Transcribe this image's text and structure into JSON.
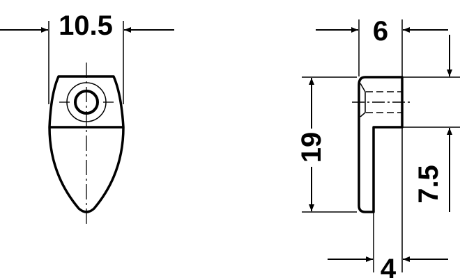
{
  "drawing": {
    "front_view": {
      "width_label": "10.5"
    },
    "side_view": {
      "width_label": "6",
      "height_label": "19",
      "step_label": "7.5",
      "thickness_label": "4"
    },
    "colors": {
      "line": "#000000",
      "background": "#ffffff"
    }
  }
}
